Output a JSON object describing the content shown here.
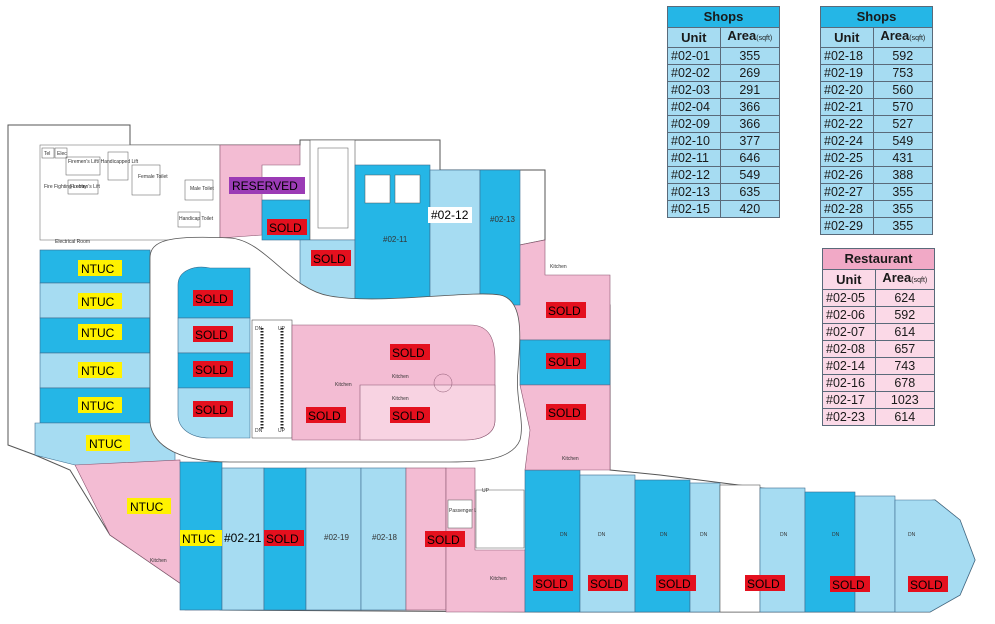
{
  "colors": {
    "shop_blue": "#25b6e6",
    "shop_light": "#a6dcf2",
    "restaurant_pink": "#f1a9c6",
    "restaurant_light": "#fbd9e7",
    "sold_red": "#e4101e",
    "ntuc_yellow": "#fff200",
    "reserved_purple": "#9b3bb5"
  },
  "shops_table_1": {
    "title": "Shops",
    "col_unit": "Unit",
    "col_area": "Area",
    "col_area_unit": "(sqft)",
    "rows": [
      {
        "unit": "#02-01",
        "area": "355"
      },
      {
        "unit": "#02-02",
        "area": "269"
      },
      {
        "unit": "#02-03",
        "area": "291"
      },
      {
        "unit": "#02-04",
        "area": "366"
      },
      {
        "unit": "#02-09",
        "area": "366"
      },
      {
        "unit": "#02-10",
        "area": "377"
      },
      {
        "unit": "#02-11",
        "area": "646"
      },
      {
        "unit": "#02-12",
        "area": "549"
      },
      {
        "unit": "#02-13",
        "area": "635"
      },
      {
        "unit": "#02-15",
        "area": "420"
      }
    ]
  },
  "shops_table_2": {
    "title": "Shops",
    "col_unit": "Unit",
    "col_area": "Area",
    "col_area_unit": "(sqft)",
    "rows": [
      {
        "unit": "#02-18",
        "area": "592"
      },
      {
        "unit": "#02-19",
        "area": "753"
      },
      {
        "unit": "#02-20",
        "area": "560"
      },
      {
        "unit": "#02-21",
        "area": "570"
      },
      {
        "unit": "#02-22",
        "area": "527"
      },
      {
        "unit": "#02-24",
        "area": "549"
      },
      {
        "unit": "#02-25",
        "area": "431"
      },
      {
        "unit": "#02-26",
        "area": "388"
      },
      {
        "unit": "#02-27",
        "area": "355"
      },
      {
        "unit": "#02-28",
        "area": "355"
      },
      {
        "unit": "#02-29",
        "area": "355"
      }
    ]
  },
  "restaurant_table": {
    "title": "Restaurant",
    "col_unit": "Unit",
    "col_area": "Area",
    "col_area_unit": "(sqft)",
    "rows": [
      {
        "unit": "#02-05",
        "area": "624"
      },
      {
        "unit": "#02-06",
        "area": "592"
      },
      {
        "unit": "#02-07",
        "area": "614"
      },
      {
        "unit": "#02-08",
        "area": "657"
      },
      {
        "unit": "#02-14",
        "area": "743"
      },
      {
        "unit": "#02-16",
        "area": "678"
      },
      {
        "unit": "#02-17",
        "area": "1023"
      },
      {
        "unit": "#02-23",
        "area": "614"
      }
    ]
  },
  "plan_labels": {
    "sold": "SOLD",
    "ntuc": "NTUC",
    "reserved": "RESERVED",
    "kitchen": "Kitchen",
    "dn": "DN",
    "up": "UP",
    "unit_02_12": "#02-12",
    "unit_02_13": "#02-13",
    "unit_02_11": "#02-11",
    "unit_02_21": "#02-21",
    "unit_02_19": "#02-19",
    "unit_02_18": "#02-18",
    "firemens_lift": "Firemen's Lift/ Handicapped Lift",
    "firemens_lift_2": "Firemen's Lift",
    "fire_lobby": "Fire Fighting Lobby",
    "female_toilet": "Female Toilet",
    "male_toilet": "Male Toilet",
    "handicap_toilet": "Handicap Toilet",
    "electrical_room": "Electrical Room",
    "passenger_lift": "Passenger Lift",
    "tel": "Tel",
    "elec": "Elec"
  }
}
